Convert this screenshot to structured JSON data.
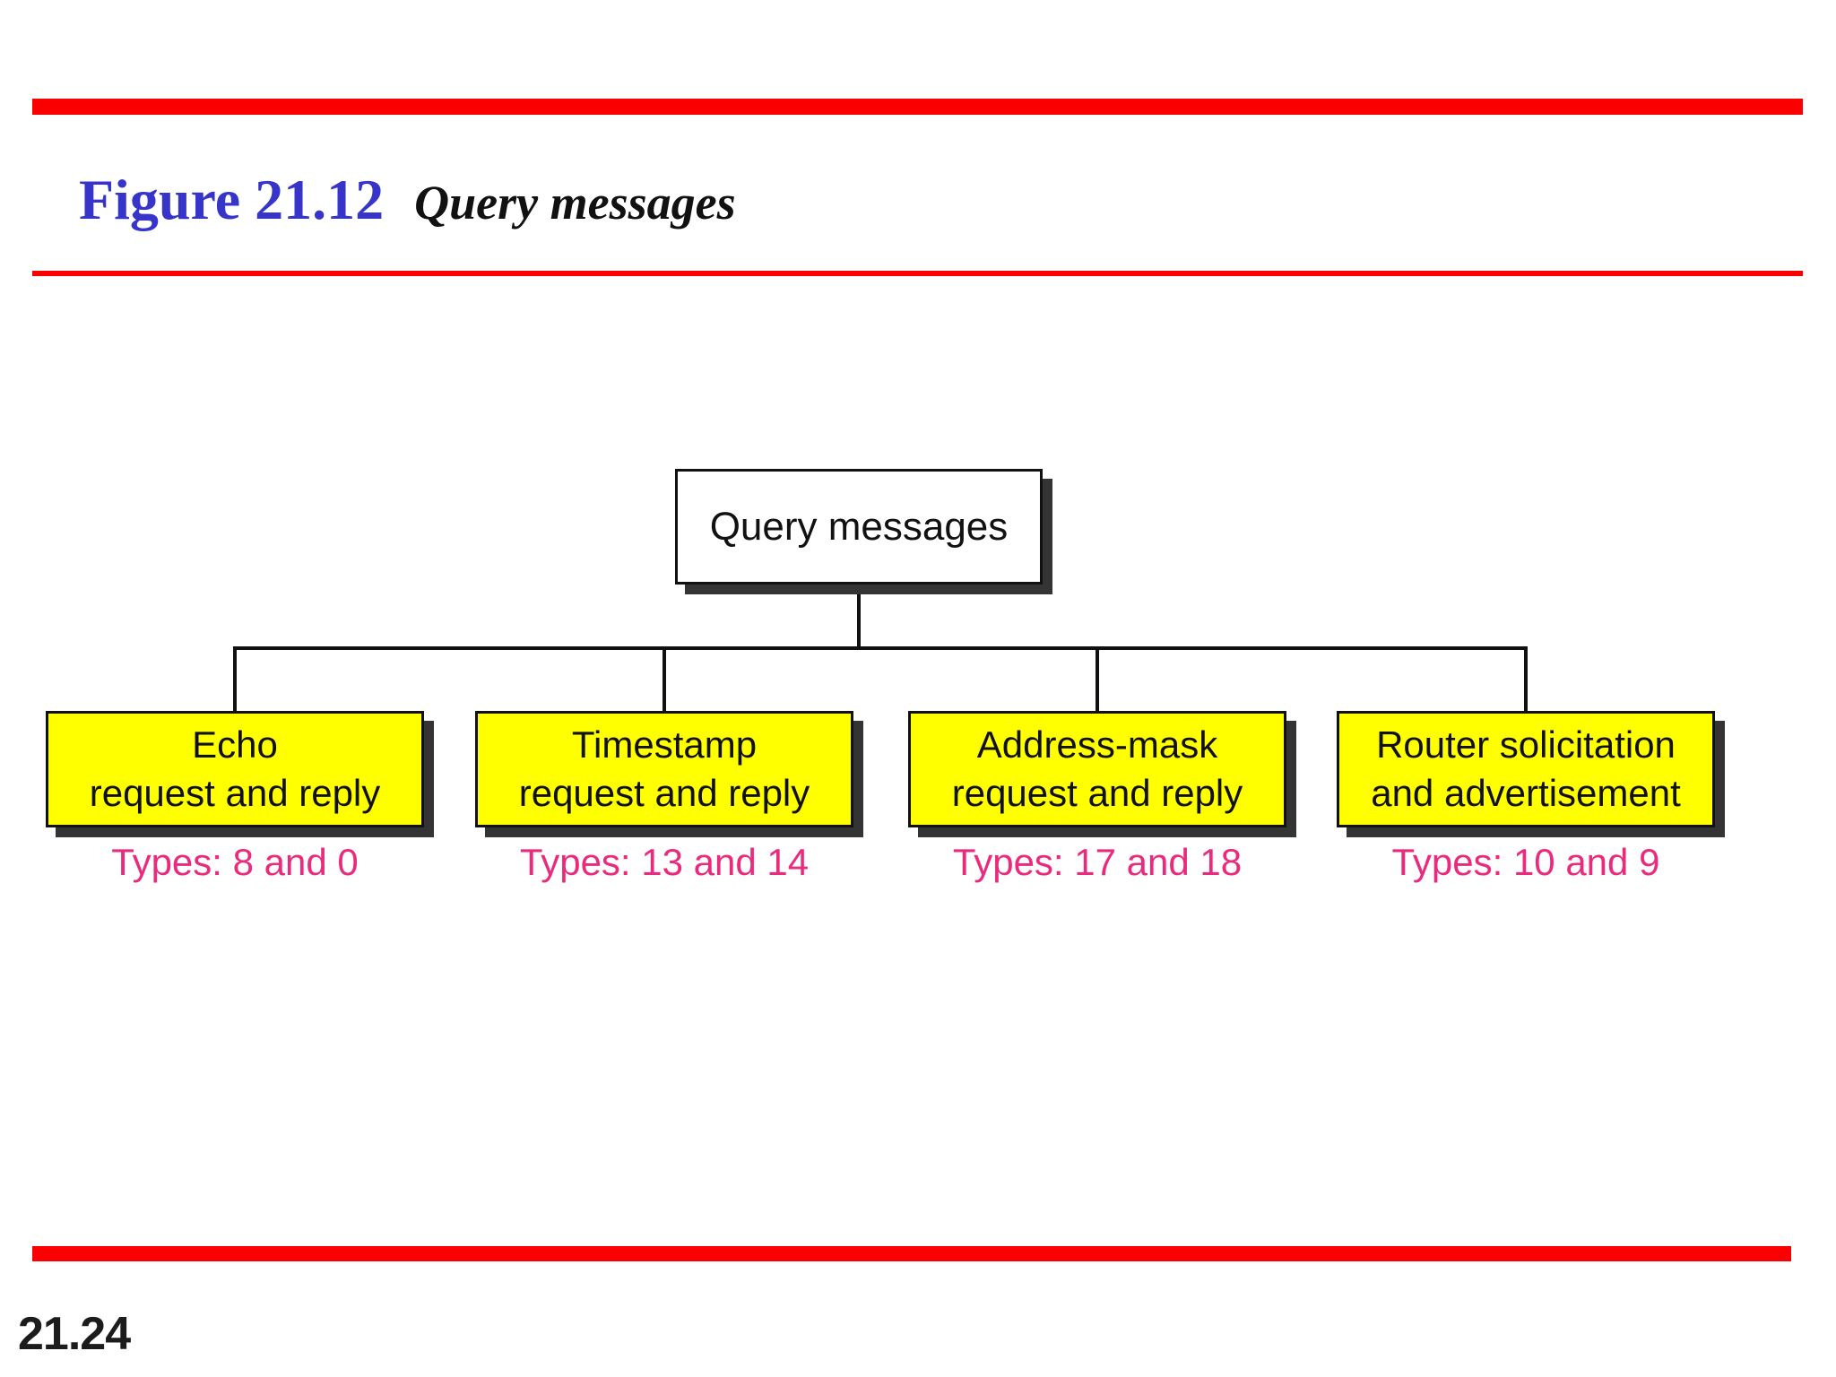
{
  "slide": {
    "figure_label": "Figure 21.12",
    "figure_title": "Query messages",
    "page_number": "21.24"
  },
  "colors": {
    "accent_red": "#fb0000",
    "title_blue": "#3634c9",
    "type_pink": "#e92a7d",
    "node_yellow": "#ffff00",
    "shadow_gray": "#343434",
    "line_black": "#111111"
  },
  "diagram": {
    "root": {
      "label": "Query messages"
    },
    "children": [
      {
        "line1": "Echo",
        "line2": "request and reply",
        "types": "Types: 8 and 0"
      },
      {
        "line1": "Timestamp",
        "line2": "request and reply",
        "types": "Types: 13 and 14"
      },
      {
        "line1": "Address-mask",
        "line2": "request and reply",
        "types": "Types: 17 and 18"
      },
      {
        "line1": "Router solicitation",
        "line2": "and advertisement",
        "types": "Types: 10 and 9"
      }
    ]
  }
}
